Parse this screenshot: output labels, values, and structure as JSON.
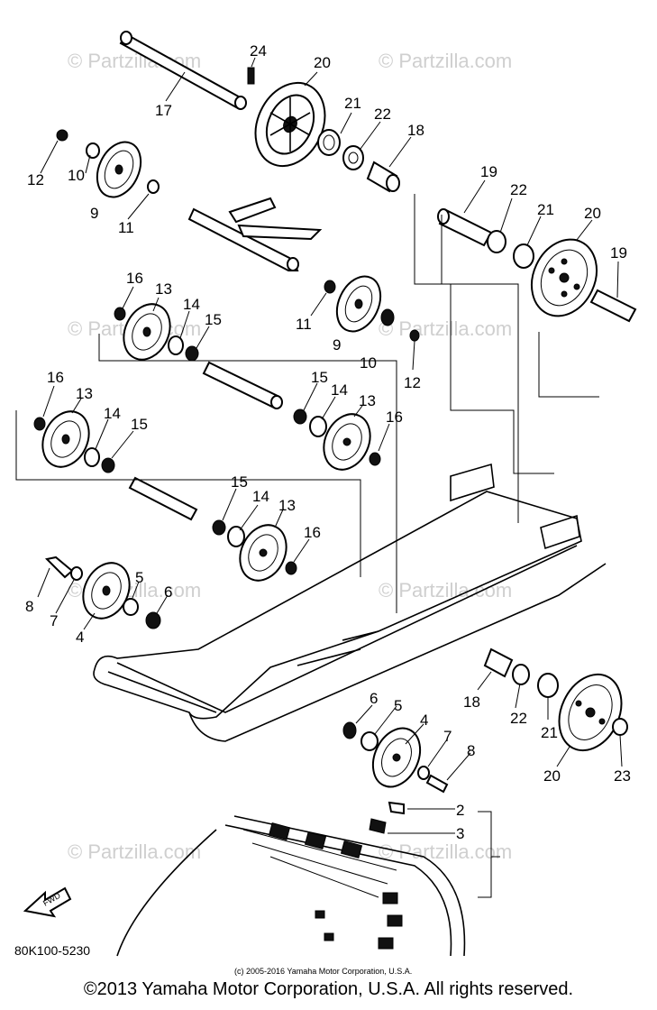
{
  "watermark": "© Partzilla.com",
  "diagram_code": "80K100-5230",
  "fwd_label": "FWD",
  "small_copyright": "(c) 2005-2016 Yamaha Motor Corporation, U.S.A.",
  "copyright": "©2013 Yamaha Motor Corporation, U.S.A. All rights reserved.",
  "callouts": {
    "c24": "24",
    "c20a": "20",
    "c17": "17",
    "c21a": "21",
    "c22a": "22",
    "c18a": "18",
    "c12a": "12",
    "c10a": "10",
    "c9a": "9",
    "c11a": "11",
    "c19a": "19",
    "c22b": "22",
    "c21b": "21",
    "c20b": "20",
    "c19b": "19",
    "c16a": "16",
    "c13a": "13",
    "c14a": "14",
    "c15a": "15",
    "c11b": "11",
    "c9b": "9",
    "c10b": "10",
    "c12b": "12",
    "c16b": "16",
    "c13b": "13",
    "c14b": "14",
    "c15b": "15",
    "c15c": "15",
    "c14c": "14",
    "c13c": "13",
    "c16c": "16",
    "c15d": "15",
    "c14d": "14",
    "c13d": "13",
    "c16d": "16",
    "c8a": "8",
    "c7a": "7",
    "c4a": "4",
    "c5a": "5",
    "c6a": "6",
    "c18b": "18",
    "c22c": "22",
    "c21c": "21",
    "c20c": "20",
    "c23": "23",
    "c6b": "6",
    "c5b": "5",
    "c4b": "4",
    "c7b": "7",
    "c8b": "8",
    "c2": "2",
    "c3": "3"
  }
}
